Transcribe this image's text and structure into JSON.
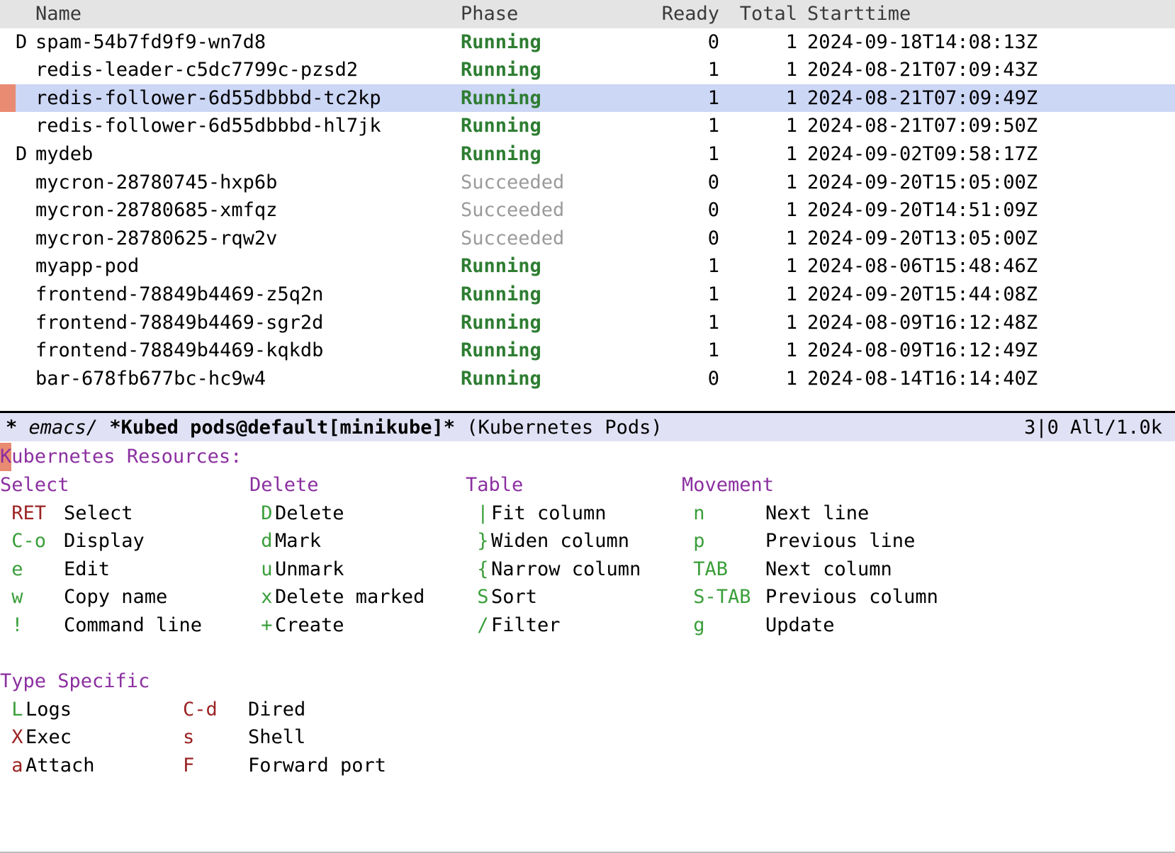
{
  "table": {
    "columns": [
      "Name",
      "Phase",
      "Ready",
      "Total",
      "Starttime"
    ],
    "rows": [
      {
        "flag": "D",
        "name": "spam-54b7fd9f9-wn7d8",
        "phase": "Running",
        "phase_kind": "running",
        "ready": "0",
        "total": "1",
        "starttime": "2024-09-18T14:08:13Z",
        "selected": false
      },
      {
        "flag": "",
        "name": "redis-leader-c5dc7799c-pzsd2",
        "phase": "Running",
        "phase_kind": "running",
        "ready": "1",
        "total": "1",
        "starttime": "2024-08-21T07:09:43Z",
        "selected": false
      },
      {
        "flag": "",
        "name": "redis-follower-6d55dbbbd-tc2kp",
        "phase": "Running",
        "phase_kind": "running",
        "ready": "1",
        "total": "1",
        "starttime": "2024-08-21T07:09:49Z",
        "selected": true
      },
      {
        "flag": "",
        "name": "redis-follower-6d55dbbbd-hl7jk",
        "phase": "Running",
        "phase_kind": "running",
        "ready": "1",
        "total": "1",
        "starttime": "2024-08-21T07:09:50Z",
        "selected": false
      },
      {
        "flag": "D",
        "name": "mydeb",
        "phase": "Running",
        "phase_kind": "running",
        "ready": "1",
        "total": "1",
        "starttime": "2024-09-02T09:58:17Z",
        "selected": false
      },
      {
        "flag": "",
        "name": "mycron-28780745-hxp6b",
        "phase": "Succeeded",
        "phase_kind": "succeeded",
        "ready": "0",
        "total": "1",
        "starttime": "2024-09-20T15:05:00Z",
        "selected": false
      },
      {
        "flag": "",
        "name": "mycron-28780685-xmfqz",
        "phase": "Succeeded",
        "phase_kind": "succeeded",
        "ready": "0",
        "total": "1",
        "starttime": "2024-09-20T14:51:09Z",
        "selected": false
      },
      {
        "flag": "",
        "name": "mycron-28780625-rqw2v",
        "phase": "Succeeded",
        "phase_kind": "succeeded",
        "ready": "0",
        "total": "1",
        "starttime": "2024-09-20T13:05:00Z",
        "selected": false
      },
      {
        "flag": "",
        "name": "myapp-pod",
        "phase": "Running",
        "phase_kind": "running",
        "ready": "1",
        "total": "1",
        "starttime": "2024-08-06T15:48:46Z",
        "selected": false
      },
      {
        "flag": "",
        "name": "frontend-78849b4469-z5q2n",
        "phase": "Running",
        "phase_kind": "running",
        "ready": "1",
        "total": "1",
        "starttime": "2024-09-20T15:44:08Z",
        "selected": false
      },
      {
        "flag": "",
        "name": "frontend-78849b4469-sgr2d",
        "phase": "Running",
        "phase_kind": "running",
        "ready": "1",
        "total": "1",
        "starttime": "2024-08-09T16:12:48Z",
        "selected": false
      },
      {
        "flag": "",
        "name": "frontend-78849b4469-kqkdb",
        "phase": "Running",
        "phase_kind": "running",
        "ready": "1",
        "total": "1",
        "starttime": "2024-08-09T16:12:49Z",
        "selected": false
      },
      {
        "flag": "",
        "name": "bar-678fb677bc-hc9w4",
        "phase": "Running",
        "phase_kind": "running",
        "ready": "0",
        "total": "1",
        "starttime": "2024-08-14T16:14:40Z",
        "selected": false
      }
    ]
  },
  "modeline": {
    "modified_indicator": "*",
    "frame": "emacs/",
    "buffer": "*Kubed pods@default[minikube]*",
    "major_mode": "(Kubernetes Pods)",
    "position": "3|0",
    "scroll": "All/1.0k"
  },
  "help": {
    "title": "Kubernetes Resources:",
    "title_first_char": "K",
    "title_rest": "ubernetes Resources:",
    "groups": [
      {
        "heading": "Select",
        "items": [
          {
            "key": "RET",
            "key_color": "red",
            "label": "Select"
          },
          {
            "key": "C-o",
            "key_color": "green",
            "label": "Display"
          },
          {
            "key": "e",
            "key_color": "green",
            "label": "Edit"
          },
          {
            "key": "w",
            "key_color": "green",
            "label": "Copy name"
          },
          {
            "key": "!",
            "key_color": "green",
            "label": "Command line"
          }
        ]
      },
      {
        "heading": "Delete",
        "items": [
          {
            "key": "D",
            "key_color": "green",
            "label": "Delete"
          },
          {
            "key": "d",
            "key_color": "green",
            "label": "Mark"
          },
          {
            "key": "u",
            "key_color": "green",
            "label": "Unmark"
          },
          {
            "key": "x",
            "key_color": "green",
            "label": "Delete marked"
          },
          {
            "key": "+",
            "key_color": "green",
            "label": "Create"
          }
        ]
      },
      {
        "heading": "Table",
        "items": [
          {
            "key": "|",
            "key_color": "green",
            "label": "Fit column"
          },
          {
            "key": "}",
            "key_color": "green",
            "label": "Widen column"
          },
          {
            "key": "{",
            "key_color": "green",
            "label": "Narrow column"
          },
          {
            "key": "S",
            "key_color": "green",
            "label": "Sort"
          },
          {
            "key": "/",
            "key_color": "green",
            "label": "Filter"
          }
        ]
      },
      {
        "heading": "Movement",
        "items": [
          {
            "key": "n",
            "key_color": "green",
            "label": "Next line"
          },
          {
            "key": "p",
            "key_color": "green",
            "label": "Previous line"
          },
          {
            "key": "TAB",
            "key_color": "green",
            "label": "Next column"
          },
          {
            "key": "S-TAB",
            "key_color": "green",
            "label": "Previous column"
          },
          {
            "key": "g",
            "key_color": "green",
            "label": "Update"
          }
        ]
      }
    ],
    "type_specific": {
      "heading": "Type Specific",
      "rows": [
        {
          "left_key": "L",
          "left_key_color": "green",
          "left_label": "Logs",
          "right_key": "C-d",
          "right_key_color": "red",
          "right_label": "Dired"
        },
        {
          "left_key": "X",
          "left_key_color": "red",
          "left_label": "Exec",
          "right_key": "s",
          "right_key_color": "red",
          "right_label": "Shell"
        },
        {
          "left_key": "a",
          "left_key_color": "red",
          "left_label": "Attach",
          "right_key": "F",
          "right_key_color": "red",
          "right_label": "Forward port"
        }
      ]
    }
  },
  "colors": {
    "running": "#2e7d32",
    "succeeded": "#9a9a9a",
    "selection": "#ccd6f5",
    "mark": "#e98a72",
    "heading": "#8b2fa0",
    "key_green": "#3a9e3a",
    "key_red": "#9c2323",
    "modeline_bg": "#e1e1f5",
    "header_bg": "#e4e4e4"
  }
}
